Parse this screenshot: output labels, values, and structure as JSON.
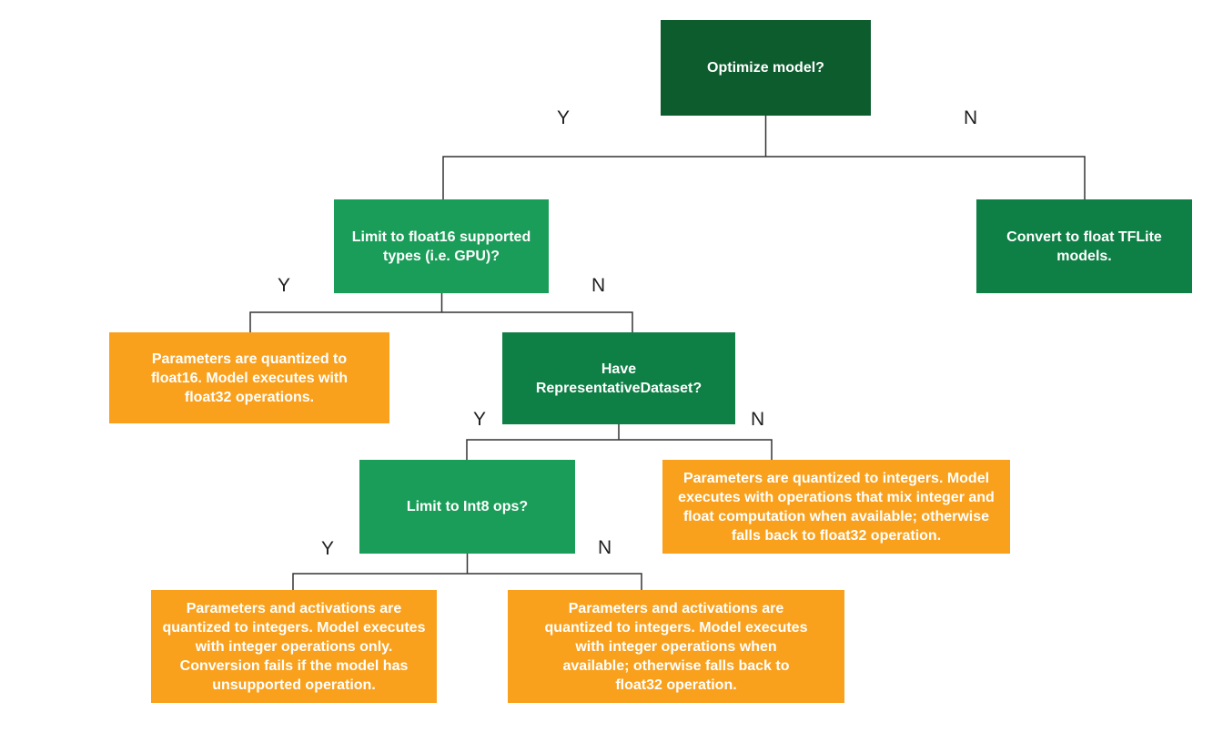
{
  "colors": {
    "background": "#ffffff",
    "dark_green": "#0d5c2e",
    "mid_green": "#0e7f45",
    "bright_green": "#1a9d58",
    "orange": "#f9a11d",
    "node_text": "#ffffff",
    "branch_label_text": "#1f1f1f",
    "connector": "#333333"
  },
  "branch_labels": {
    "yes": "Y",
    "no": "N"
  },
  "nodes": {
    "optimize": {
      "label": "Optimize model?"
    },
    "limit_float16": {
      "label": "Limit to float16 supported types (i.e. GPU)?"
    },
    "convert_float": {
      "label": "Convert to float TFLite models."
    },
    "quantized_float16": {
      "label": "Parameters are quantized to float16. Model executes with float32 operations."
    },
    "have_representative_dataset": {
      "label": "Have RepresentativeDataset?"
    },
    "limit_int8": {
      "label": "Limit to Int8 ops?"
    },
    "quantized_mixed": {
      "label": "Parameters are quantized to integers. Model executes with operations that mix integer and float computation when available; otherwise falls back to float32 operation."
    },
    "quantized_int_only": {
      "label": "Parameters and activations are quantized to integers. Model executes with integer operations only. Conversion fails if the model has unsupported operation."
    },
    "quantized_int_fallback": {
      "label": "Parameters and activations are quantized to integers. Model executes with integer operations when available; otherwise falls back to float32 operation."
    }
  }
}
